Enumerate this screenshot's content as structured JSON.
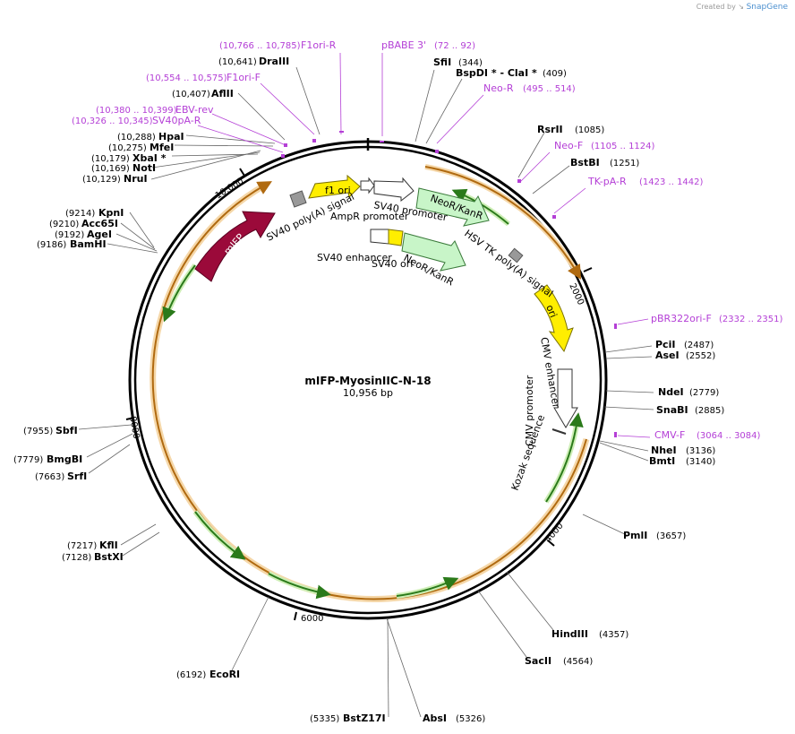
{
  "credit": {
    "prefix": "Created by",
    "brand": "SnapGene"
  },
  "plasmid": {
    "name": "mIFP-MyosinIIC-N-18",
    "size_label": "10,956 bp"
  },
  "tick_labels": [
    "2000",
    "4000",
    "6000",
    "8000",
    "10,000"
  ],
  "colors": {
    "primer": "#b43fd6",
    "ori": "#ffee00",
    "neo": "#c8f5c8",
    "mifp": "#9b0a3a",
    "orf": "#e8a33a",
    "orf_arrow": "#6fbf3a"
  },
  "sites_right": [
    {
      "name": "SfiI",
      "pos": "(344)"
    },
    {
      "name": "BspDI * - ClaI *",
      "pos": "(409)"
    },
    {
      "name": "RsrII",
      "pos": "(1085)"
    },
    {
      "name": "BstBI",
      "pos": "(1251)"
    },
    {
      "name": "PciI",
      "pos": "(2487)"
    },
    {
      "name": "AseI",
      "pos": "(2552)"
    },
    {
      "name": "NdeI",
      "pos": "(2779)"
    },
    {
      "name": "SnaBI",
      "pos": "(2885)"
    },
    {
      "name": "NheI",
      "pos": "(3136)"
    },
    {
      "name": "BmtI",
      "pos": "(3140)"
    },
    {
      "name": "PmlI",
      "pos": "(3657)"
    },
    {
      "name": "HindIII",
      "pos": "(4357)"
    },
    {
      "name": "SacII",
      "pos": "(4564)"
    },
    {
      "name": "AbsI",
      "pos": "(5326)"
    }
  ],
  "sites_left": [
    {
      "name": "DraIII",
      "pos": "(10,641)"
    },
    {
      "name": "AflII",
      "pos": "(10,407)"
    },
    {
      "name": "HpaI",
      "pos": "(10,288)"
    },
    {
      "name": "MfeI",
      "pos": "(10,275)"
    },
    {
      "name": "XbaI *",
      "pos": "(10,179)"
    },
    {
      "name": "NotI",
      "pos": "(10,169)"
    },
    {
      "name": "NruI",
      "pos": "(10,129)"
    },
    {
      "name": "KpnI",
      "pos": "(9214)"
    },
    {
      "name": "Acc65I",
      "pos": "(9210)"
    },
    {
      "name": "AgeI",
      "pos": "(9192)"
    },
    {
      "name": "BamHI",
      "pos": "(9186)"
    },
    {
      "name": "SbfI",
      "pos": "(7955)"
    },
    {
      "name": "BmgBI",
      "pos": "(7779)"
    },
    {
      "name": "SrfI",
      "pos": "(7663)"
    },
    {
      "name": "KflI",
      "pos": "(7217)"
    },
    {
      "name": "BstXI",
      "pos": "(7128)"
    },
    {
      "name": "EcoRI",
      "pos": "(6192)"
    },
    {
      "name": "BstZ17I",
      "pos": "(5335)"
    }
  ],
  "primers": [
    {
      "name": "F1ori-R",
      "range": "(10,766 .. 10,785)"
    },
    {
      "name": "pBABE 3'",
      "range": "(72 .. 92)"
    },
    {
      "name": "Neo-R",
      "range": "(495 .. 514)"
    },
    {
      "name": "F1ori-F",
      "range": "(10,554 .. 10,575)"
    },
    {
      "name": "EBV-rev",
      "range": "(10,380 .. 10,399)"
    },
    {
      "name": "SV40pA-R",
      "range": "(10,326 .. 10,345)"
    },
    {
      "name": "Neo-F",
      "range": "(1105 .. 1124)"
    },
    {
      "name": "TK-pA-R",
      "range": "(1423 .. 1442)"
    },
    {
      "name": "pBR322ori-F",
      "range": "(2332 .. 2351)"
    },
    {
      "name": "CMV-F",
      "range": "(3064 .. 3084)"
    }
  ],
  "features": {
    "f1ori": "f1 ori",
    "mifp": "mIFP",
    "neo_outer": "NeoR/KanR",
    "neo_inner": "NeoR/KanR",
    "ori": "ori",
    "sv40_polya": "SV40 poly(A) signal",
    "ampr_promoter": "AmpR promoter",
    "sv40_promoter": "SV40 promoter",
    "hsv_tk": "HSV TK poly(A) signal",
    "sv40_enhancer": "SV40 enhancer",
    "sv40_ori": "SV40 ori",
    "cmv_enhancer": "CMV enhancer",
    "cmv_promoter": "CMV promoter",
    "kozak": "Kozak sequence"
  }
}
